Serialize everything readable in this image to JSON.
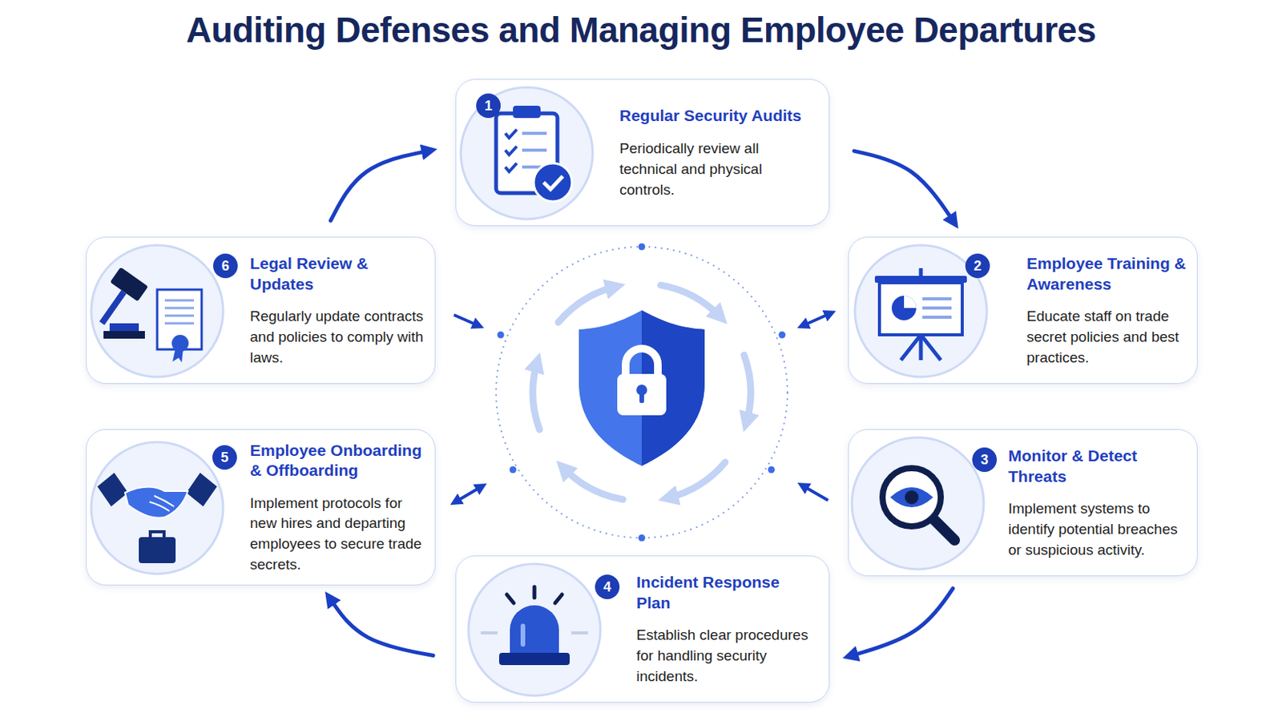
{
  "diagram": {
    "title": "Auditing Defenses and Managing Employee Departures",
    "nodes": [
      {
        "text": [
          "Regular Security Audits",
          "Periodically review all technical and physical controls."
        ]
      },
      {
        "text": [
          "Employee Training & Awareness",
          "Educate staff on trade secret policies and best practices."
        ]
      },
      {
        "text": [
          "Monitor & Detect Threats",
          "Implement systems to identify potential breaches or suspicious activity."
        ]
      },
      {
        "text": [
          "Incident Response Plan",
          "Establish clear procedures for handling security incidents."
        ]
      },
      {
        "text": [
          "Employee Onboarding & Offboarding",
          "Implement protocols for new hires and departing employees to secure trade secrets."
        ]
      },
      {
        "text": [
          "Legal Review & Updates",
          "Regularly update contracts and policies to comply with laws."
        ]
      }
    ],
    "edges": [
      {
        "from": 0,
        "to": 1,
        "arrow": "to"
      },
      {
        "from": 2,
        "to": 3,
        "arrow": "to"
      },
      {
        "from": 3,
        "to": 4,
        "arrow": "to"
      },
      {
        "from": 5,
        "to": 0,
        "arrow": "to"
      }
    ],
    "labels": [
      "1",
      "2",
      "3",
      "4",
      "5",
      "6"
    ]
  }
}
